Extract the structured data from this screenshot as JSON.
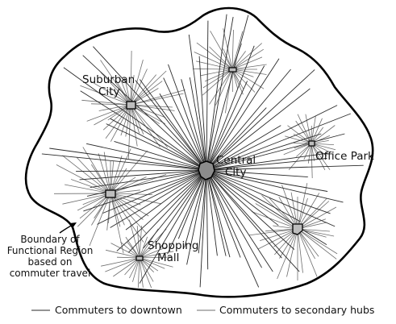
{
  "hubs": {
    "central": {
      "name_line1": "Central",
      "name_line2": "City"
    },
    "suburban": {
      "name_line1": "Suburban",
      "name_line2": "City"
    },
    "office": {
      "name": "Office Park"
    },
    "mall": {
      "name_line1": "Shopping",
      "name_line2": "Mall"
    },
    "north": {
      "name": ""
    },
    "west": {
      "name": ""
    },
    "southeast": {
      "name": ""
    }
  },
  "boundary_label": {
    "line1": "Boundary of",
    "line2": "Functional Region",
    "line3": "based on",
    "line4": "commuter travel"
  },
  "legend": {
    "downtown": "Commuters to downtown",
    "secondary": "Commuters to secondary hubs"
  },
  "colors": {
    "line_dark": "#2a2a2a",
    "line_light": "#6e6e6e",
    "hub_fill": "#b5b5b5",
    "outline": "#000000"
  }
}
